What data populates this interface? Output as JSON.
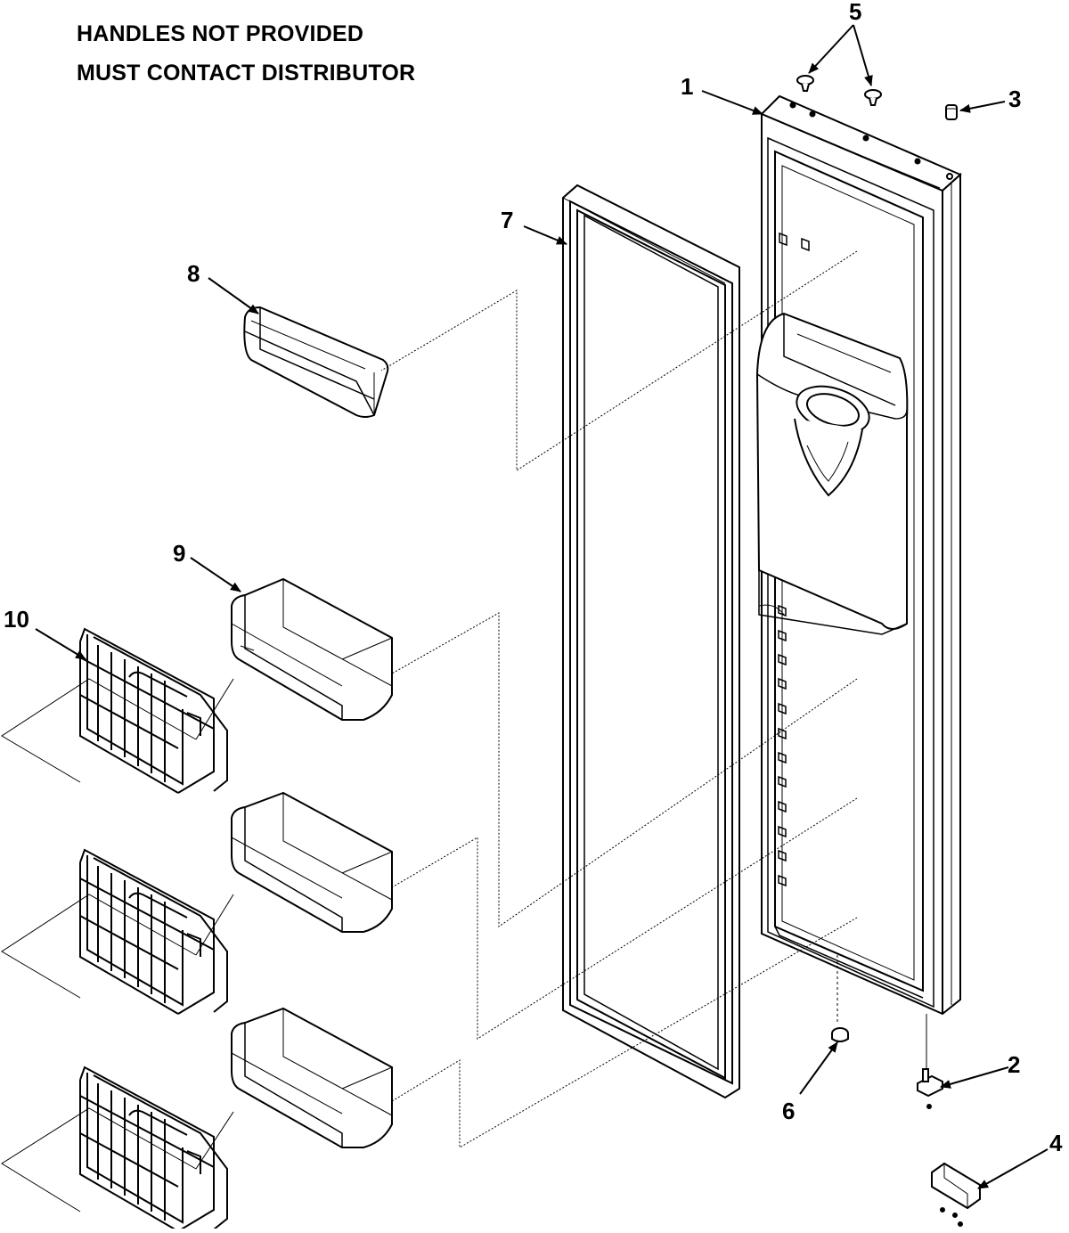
{
  "notes": {
    "line1": "HANDLES NOT PROVIDED",
    "line2": "MUST CONTACT DISTRIBUTOR"
  },
  "callouts": {
    "c1": "1",
    "c2": "2",
    "c3": "3",
    "c4": "4",
    "c5": "5",
    "c6": "6",
    "c7": "7",
    "c8": "8",
    "c9": "9",
    "c10": "10"
  }
}
